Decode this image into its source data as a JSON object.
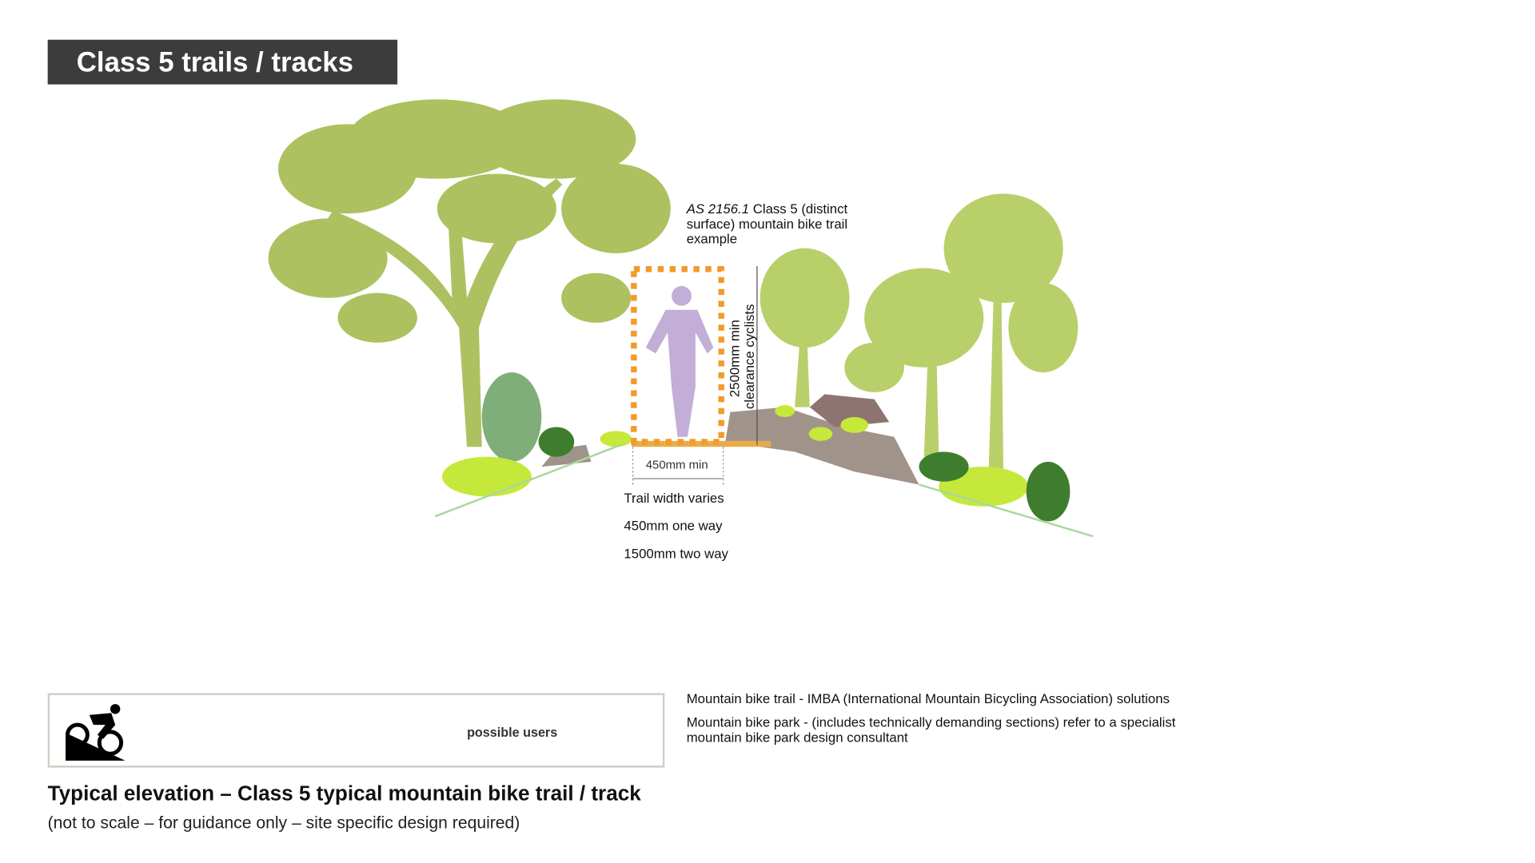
{
  "header": {
    "title": "Class 5 trails / tracks"
  },
  "illustration": {
    "standard_ref_italic": "AS 2156.1",
    "standard_ref_rest": " Class 5 (distinct",
    "standard_line2": "surface) mountain bike trail",
    "standard_line3": "example",
    "clearance_line1": "2500mm min",
    "clearance_line2": "clearance cyclists",
    "width_dim": "450mm min",
    "trail_notes": [
      "Trail width varies",
      "450mm one way",
      "1500mm two way"
    ],
    "colors": {
      "tree": "#adc160",
      "tree_light": "#b9cf6a",
      "cyclist": "#c2aed6",
      "clearance": "#f39a2b",
      "rock": "#a0938a",
      "fern": "#c6e83a",
      "ground": "#a8d8a0"
    }
  },
  "users": {
    "label": "possible users",
    "icon": "mountain-bike-icon"
  },
  "notes": [
    "Mountain bike trail - IMBA (International Mountain Bicycling Association) solutions",
    "Mountain bike park -  (includes technically demanding sections) refer to a specialist",
    "mountain bike park design consultant"
  ],
  "caption": {
    "title": "Typical elevation – Class 5 typical mountain bike trail / track",
    "subtitle": "(not to scale – for guidance only – site specific design required)"
  }
}
